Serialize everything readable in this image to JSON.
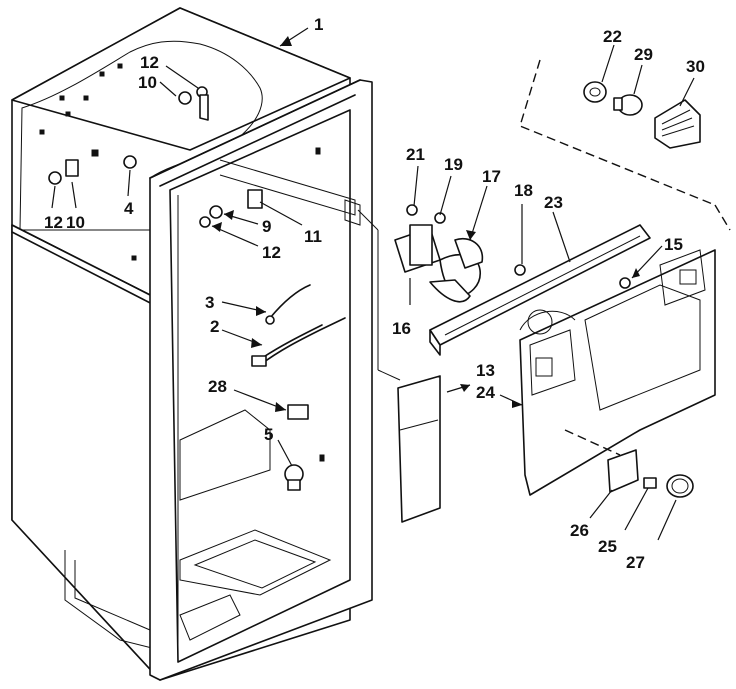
{
  "callouts": {
    "c1": "1",
    "c2": "2",
    "c3": "3",
    "c4": "4",
    "c5": "5",
    "c9": "9",
    "c10a": "10",
    "c10b": "10",
    "c11": "11",
    "c12a": "12",
    "c12b": "12",
    "c12c": "12",
    "c13": "13",
    "c15": "15",
    "c16": "16",
    "c17": "17",
    "c18": "18",
    "c19": "19",
    "c21": "21",
    "c22": "22",
    "c23": "23",
    "c24": "24",
    "c25": "25",
    "c26": "26",
    "c27": "27",
    "c28": "28",
    "c29": "29",
    "c30": "30"
  }
}
